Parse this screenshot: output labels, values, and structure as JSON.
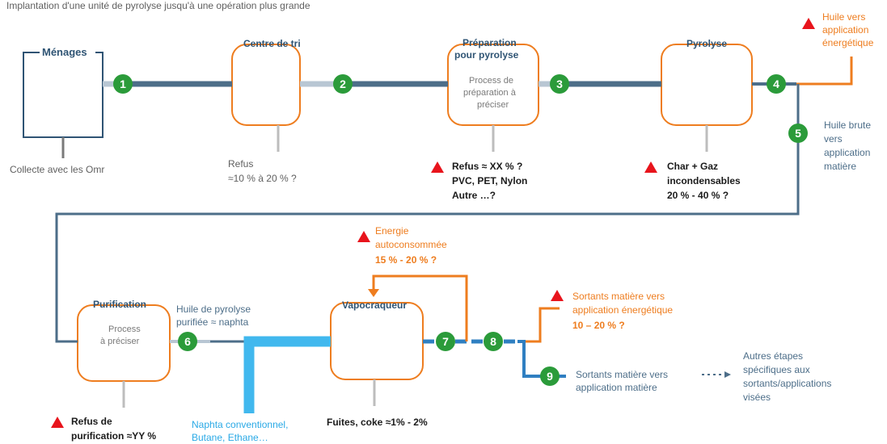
{
  "header": {
    "text": "Implantation d'une unité de pyrolyse jusqu'à une opération plus grande"
  },
  "nodes": {
    "menages": "Ménages",
    "centre_tri": "Centre de tri",
    "preparation_line1": "Préparation",
    "preparation_line2": "pour pyrolyse",
    "preparation_process_1": "Process de",
    "preparation_process_2": "préparation à",
    "preparation_process_3": "préciser",
    "pyrolyse": "Pyrolyse",
    "purification": "Purification",
    "purification_process_1": "Process",
    "purification_process_2": "à préciser",
    "vapocraqueur": "Vapocraqueur"
  },
  "steps": [
    "1",
    "2",
    "3",
    "4",
    "5",
    "6",
    "7",
    "8",
    "9"
  ],
  "notes": {
    "collecte": "Collecte avec les Omr",
    "refus_tri_1": "Refus",
    "refus_tri_2": "≈10 % à 20 % ?",
    "refus_prep_1": "Refus ≈ XX % ?",
    "refus_prep_2": "PVC, PET, Nylon",
    "refus_prep_3": "Autre …?",
    "char_1": "Char + Gaz",
    "char_2": "incondensables",
    "char_3": "20 % - 40 % ?",
    "huile_vers_1": "Huile vers",
    "huile_vers_2": "application",
    "huile_vers_3": "énergétique",
    "huile_brute_1": "Huile brute",
    "huile_brute_2": "vers",
    "huile_brute_3": "application",
    "huile_brute_4": "matière",
    "huile_purifiee_1": "Huile de pyrolyse",
    "huile_purifiee_2": "purifiée ≈ naphta",
    "energie_1": "Energie",
    "energie_2": "autoconsommée",
    "energie_3": "15 % - 20 % ?",
    "sortants_energie_1": "Sortants matière vers",
    "sortants_energie_2": "application énergétique",
    "sortants_energie_3": "10 – 20 % ?",
    "sortants_matiere_1": "Sortants matière vers",
    "sortants_matiere_2": "application matière",
    "autres_1": "Autres étapes",
    "autres_2": "spécifiques aux",
    "autres_3": "sortants/applications",
    "autres_4": "visées",
    "refus_purif_1": "Refus de",
    "refus_purif_2": "purification  ≈YY %",
    "fuites": "Fuites, coke ≈1% - 2%",
    "naphta_1": "Naphta conventionnel,",
    "naphta_2": "Butane, Ethane…"
  },
  "colors": {
    "box_menages": "#2f5474",
    "box_process": "#ee7d1f",
    "main_flow": "#4d6e89",
    "energy_flow": "#ee7d1f",
    "feed_flow": "#41b8ee",
    "step_circle": "#2b9b3a",
    "warning": "#e8141c"
  }
}
